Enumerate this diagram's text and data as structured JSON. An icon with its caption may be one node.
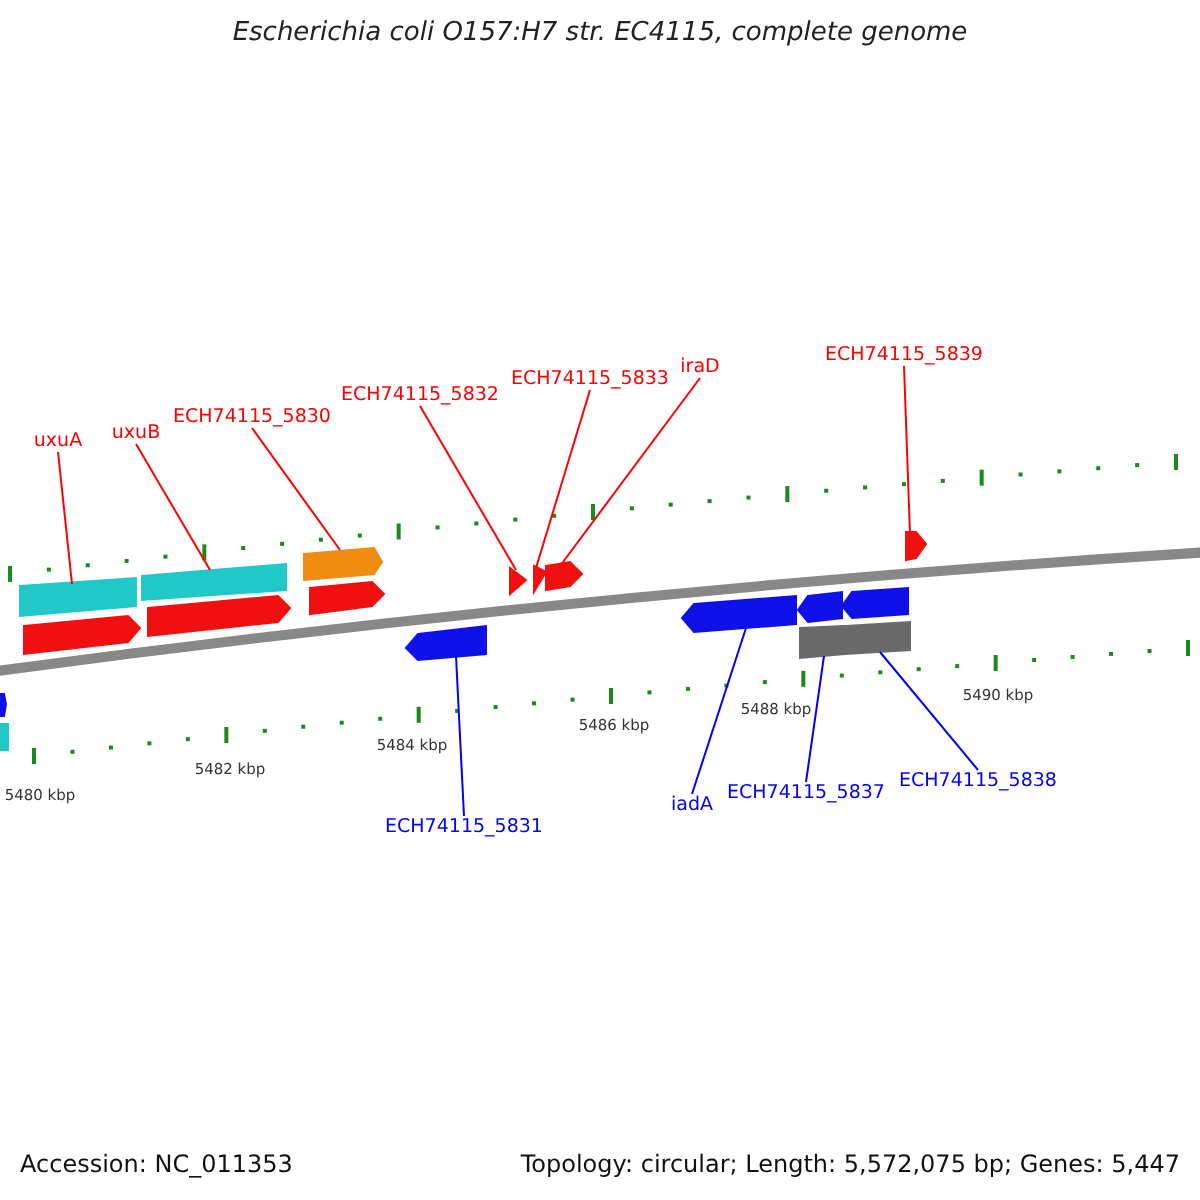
{
  "diagram": {
    "title": "Escherichia coli O157:H7 str. EC4115, complete genome",
    "nodes": [
      {
        "text": [
          "ECH74115_5839"
        ]
      },
      {
        "text": [
          "iraD"
        ]
      },
      {
        "text": [
          "ECH74115_5833"
        ]
      },
      {
        "text": [
          "ECH74115_5832"
        ]
      },
      {
        "text": [
          "ECH74115_5830"
        ]
      },
      {
        "text": [
          "uxuB"
        ]
      },
      {
        "text": [
          "uxuA"
        ]
      },
      {
        "text": [
          "iadA"
        ]
      },
      {
        "text": [
          "ECH74115_5837"
        ]
      },
      {
        "text": [
          "ECH74115_5838"
        ]
      },
      {
        "text": [
          "ECH74115_5831"
        ]
      },
      {
        "text": [],
        "shape": "bar"
      },
      {
        "text": [],
        "shape": "box"
      },
      {
        "text": [],
        "shape": "box"
      },
      {
        "text": [],
        "shape": "bar"
      },
      {
        "text": [],
        "shape": "box"
      },
      {
        "text": [],
        "shape": "bar"
      },
      {
        "text": [],
        "shape": "bar"
      },
      {
        "text": [],
        "shape": "bar"
      },
      {
        "text": [],
        "shape": "bar"
      },
      {
        "text": [],
        "shape": "bar"
      },
      {
        "text": [],
        "shape": "bar"
      },
      {
        "text": [],
        "shape": "bar"
      },
      {
        "text": [],
        "shape": "bar"
      },
      {
        "text": [],
        "shape": "bar"
      },
      {
        "text": [],
        "shape": "box"
      },
      {
        "text": [],
        "shape": "bar"
      },
      {
        "text": [],
        "shape": "box"
      },
      {
        "text": [],
        "shape": "bar"
      }
    ],
    "edges": [
      {
        "from": 6,
        "to": 13,
        "arrow": "none"
      },
      {
        "from": 5,
        "to": 15,
        "arrow": "none"
      },
      {
        "from": 4,
        "to": 17,
        "arrow": "none"
      },
      {
        "from": 3,
        "to": 20,
        "arrow": "none"
      },
      {
        "from": 2,
        "to": 21,
        "arrow": "none"
      },
      {
        "from": 1,
        "to": 22,
        "arrow": "none"
      },
      {
        "from": 0,
        "to": 28,
        "arrow": "none"
      },
      {
        "from": 10,
        "to": 19,
        "arrow": "none",
        "color": "#0000ff"
      },
      {
        "from": 7,
        "to": 23,
        "arrow": "none",
        "color": "#0000ff"
      },
      {
        "from": 8,
        "to": 25,
        "arrow": "none",
        "color": "#0000ff"
      },
      {
        "from": 9,
        "to": 27,
        "arrow": "none",
        "color": "#0000ff"
      }
    ],
    "labels": [
      "5480 kbp",
      "5482 kbp",
      "5484 kbp",
      "5486 kbp",
      "5488 kbp",
      "5490 kbp",
      "Accession: NC_011353",
      "Topology: circular; Length: 5,572,075 bp; Genes: 5,447"
    ]
  }
}
